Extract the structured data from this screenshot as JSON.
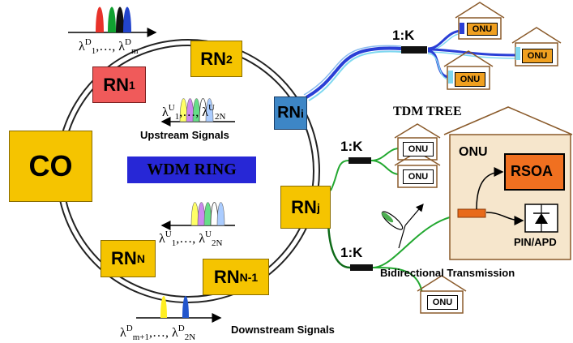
{
  "central_office": {
    "label": "CO"
  },
  "ring": {
    "label": "WDM RING"
  },
  "remote_nodes": {
    "rn1": {
      "base": "RN",
      "sub": "1"
    },
    "rn2": {
      "base": "RN",
      "sub": "2"
    },
    "rni": {
      "base": "RN",
      "sub": "i"
    },
    "rnj": {
      "base": "RN",
      "sub": "j"
    },
    "rnn": {
      "base": "RN",
      "sub": "N"
    },
    "rnn1": {
      "base": "RN",
      "sub": "N-1"
    }
  },
  "wavelengths": {
    "downstream_top": {
      "start_sup": "D",
      "start_sub": "1",
      "sep": ",…, ",
      "end_sup": "D",
      "end_sub": "m"
    },
    "upstream_upper": {
      "start_sup": "U",
      "start_sub": "1",
      "sep": ",…, ",
      "end_sup": "U",
      "end_sub": "2N"
    },
    "upstream_lower": {
      "start_sup": "U",
      "start_sub": "1",
      "sep": ",…, ",
      "end_sup": "U",
      "end_sub": "2N"
    },
    "downstream_bottom": {
      "start_sup": "D",
      "start_sub": "m+1",
      "sep": ",…, ",
      "end_sup": "D",
      "end_sub": "2N"
    },
    "symbol": "λ"
  },
  "labels": {
    "upstream_signals": "Upstream Signals",
    "downstream_signals": "Downstream Signals",
    "tdm_tree": "TDM TREE",
    "bidirectional": "Bidirectional Transmission"
  },
  "splitters": {
    "ratio": "1:K"
  },
  "onu": {
    "label": "ONU",
    "detail_title": "ONU",
    "rsoa": "RSOA",
    "detector": "PIN/APD"
  },
  "colors": {
    "yellow": "#f5c400",
    "red": "#f05a5a",
    "blue_node": "#3d86c6",
    "ring_label_bg": "#2727d6",
    "fiber_blue": "#2a3fd6",
    "fiber_green": "#22a830",
    "onu_box": "#f0a020",
    "house_detail": "#f6e6cc"
  }
}
